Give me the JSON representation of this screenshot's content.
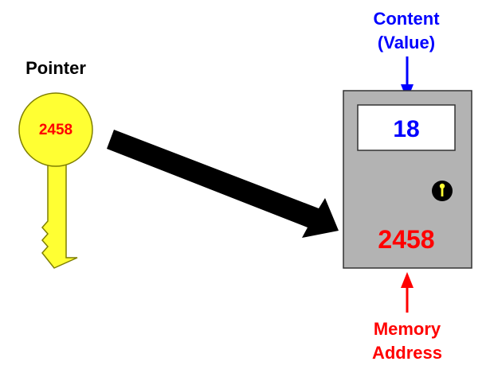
{
  "pointer": {
    "label": "Pointer",
    "key_address": "2458"
  },
  "memory_cell": {
    "content_value": "18",
    "address": "2458"
  },
  "annotations": {
    "content_line1": "Content",
    "content_line2": "(Value)",
    "address_line1": "Memory",
    "address_line2": "Address"
  },
  "colors": {
    "key_fill": "#FFFF33",
    "key_outline": "#7f7f00",
    "box_fill": "#B3B3B3",
    "content_blue": "#0000FF",
    "address_red": "#FF0000",
    "arrow_black": "#000000"
  }
}
